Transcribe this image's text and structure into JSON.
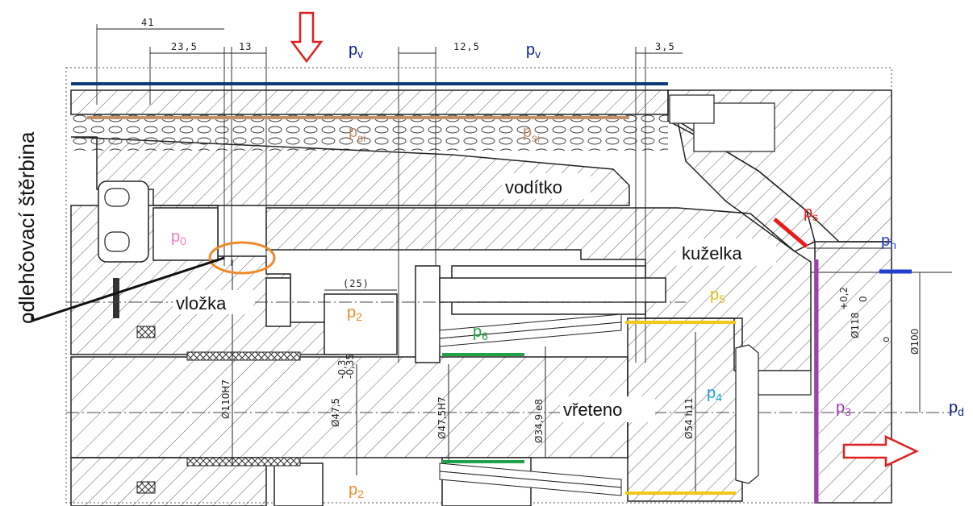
{
  "side_label": "odlehčovací štěrbina",
  "parts": {
    "voditko": "vodítko",
    "kuzelka": "kuželka",
    "vlozka": "vložka",
    "vreteno": "vřeteno"
  },
  "pressures": [
    {
      "id": "pv_left",
      "base": "p",
      "sub": "v",
      "color": "#0d1f8c"
    },
    {
      "id": "pv_right",
      "base": "p",
      "sub": "v",
      "color": "#0d1f8c"
    },
    {
      "id": "psi_left",
      "base": "p",
      "sub": "si",
      "color": "#c4906a"
    },
    {
      "id": "psi_right",
      "base": "p",
      "sub": "si",
      "color": "#c4906a"
    },
    {
      "id": "p0",
      "base": "p",
      "sub": "0",
      "color": "#f07bc0"
    },
    {
      "id": "ps",
      "base": "p",
      "sub": "s",
      "color": "#e81c1c"
    },
    {
      "id": "ph",
      "base": "p",
      "sub": "h",
      "color": "#2a3fd6"
    },
    {
      "id": "p5",
      "base": "p",
      "sub": "5",
      "color": "#e0c21a"
    },
    {
      "id": "p2_top",
      "base": "p",
      "sub": "2",
      "color": "#f08a2a"
    },
    {
      "id": "p6",
      "base": "p",
      "sub": "6",
      "color": "#1fa346"
    },
    {
      "id": "p4",
      "base": "p",
      "sub": "4",
      "color": "#1a9ee0"
    },
    {
      "id": "p3",
      "base": "p",
      "sub": "3",
      "color": "#a040b0"
    },
    {
      "id": "pd",
      "base": "p",
      "sub": "d",
      "color": "#0d1f8c"
    },
    {
      "id": "p2_bottom",
      "base": "p",
      "sub": "2",
      "color": "#f08a2a"
    }
  ],
  "dimensions": {
    "d41": "41",
    "d23_5": "23,5",
    "d13": "13",
    "d12_5": "12,5",
    "d3_5": "3,5",
    "d25": "(25)",
    "d110": "Ø110H7",
    "d47_5_a": "Ø47,5",
    "d47_5_a_tol_up": "-0,3",
    "d47_5_a_tol_lo": "-0,35",
    "d47_5_b": "Ø47,5H7",
    "d34_9": "Ø34,9 e8",
    "d54": "Ø54 h11",
    "d118": "Ø118",
    "d118_tol_up": "+0,2",
    "d118_tol_lo": "0",
    "d100": "Ø100",
    "small_o": "o"
  },
  "colors": {
    "pv_line": "#0d3a7a",
    "psi_line": "#c4906a",
    "ps_line": "#e81c1c",
    "ph_line": "#1e3fd0",
    "p5_line": "#f2c81a",
    "p6_line": "#1fa346",
    "p4_line": "#1a9ee0",
    "p3_line": "#a040b0",
    "flow_arrow": "#e02020",
    "slot_ellipse": "#f08a2a"
  }
}
